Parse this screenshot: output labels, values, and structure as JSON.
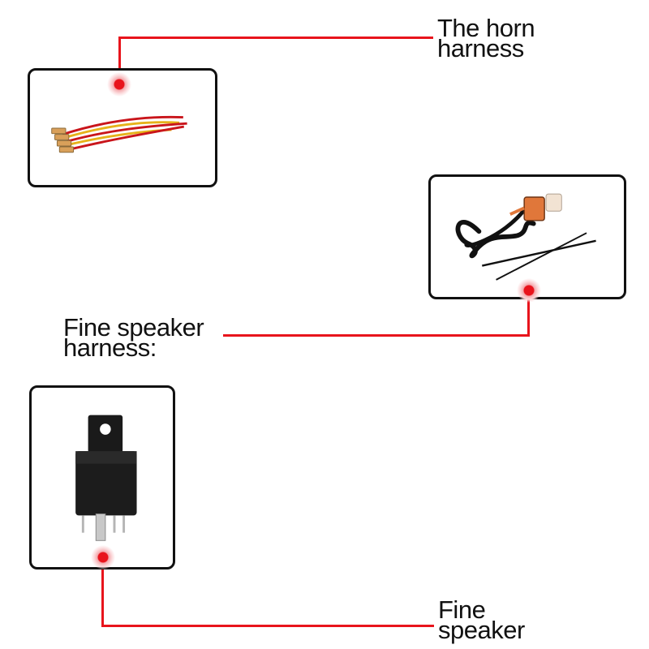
{
  "colors": {
    "connector_line": "#e8141c",
    "panel_border": "#111111"
  },
  "callouts": [
    {
      "id": "horn-harness",
      "label": "The horn\nharness"
    },
    {
      "id": "fine-speaker-harness",
      "label": "Fine speaker\nharness:"
    },
    {
      "id": "fine-speaker",
      "label": "Fine\nspeaker"
    }
  ]
}
